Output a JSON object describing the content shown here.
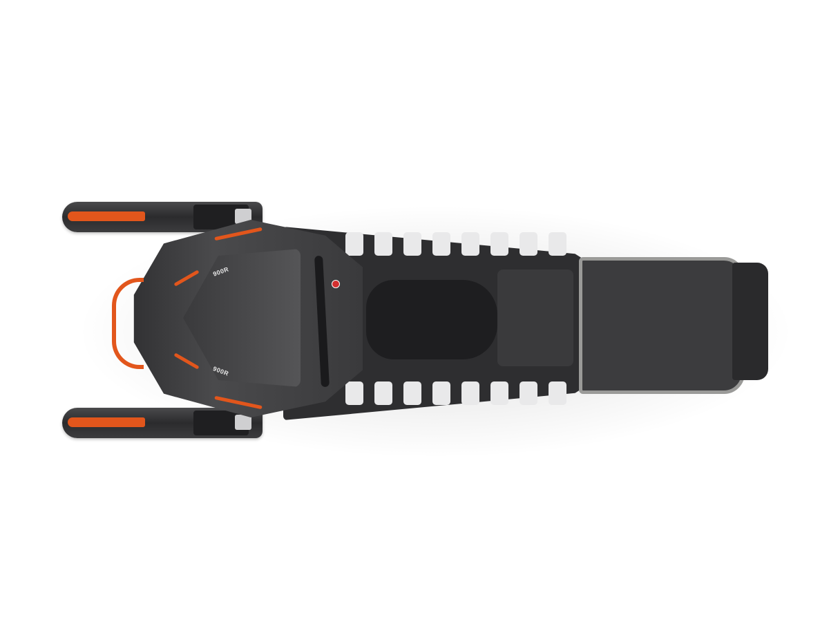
{
  "image": {
    "description": "Top-down product view of an orange and black snowmobile on a white background",
    "background_color": "#ffffff"
  },
  "vehicle": {
    "type": "snowmobile",
    "view": "top",
    "colors": {
      "body": "#3a3a3c",
      "accent": "#e2561c",
      "seat": "#1e1e20",
      "rails": "#9a9a98",
      "vents": "#e9e9ea"
    },
    "badges": [
      "900R",
      "900R"
    ]
  }
}
